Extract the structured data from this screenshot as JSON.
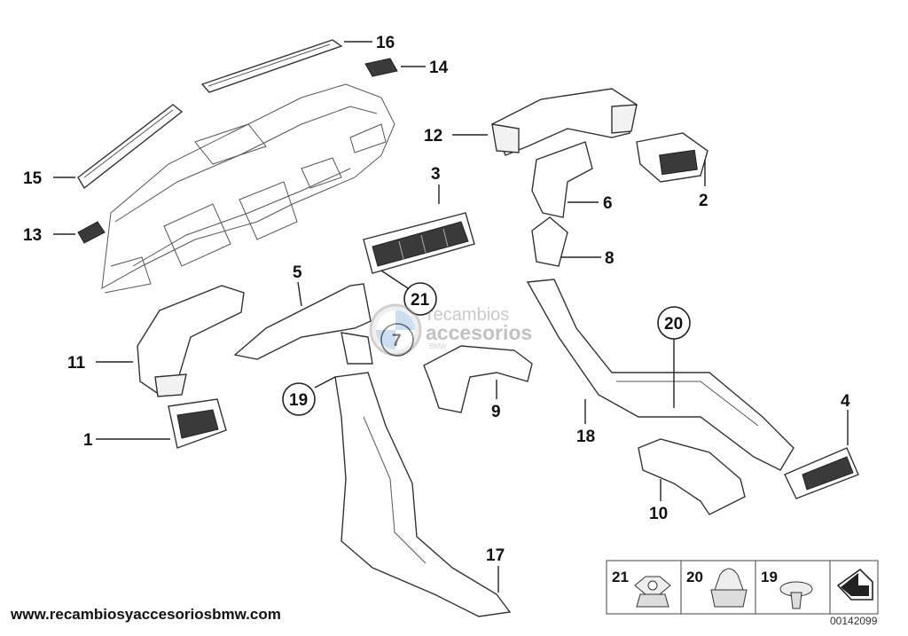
{
  "callouts": {
    "c1": "1",
    "c2": "2",
    "c3": "3",
    "c4": "4",
    "c5": "5",
    "c6": "6",
    "c7": "7",
    "c8": "8",
    "c9": "9",
    "c10": "10",
    "c11": "11",
    "c12": "12",
    "c13": "13",
    "c14": "14",
    "c15": "15",
    "c16": "16",
    "c17": "17",
    "c18": "18",
    "c19": "19",
    "c20": "20",
    "c21": "21"
  },
  "legend": {
    "items": [
      "21",
      "20",
      "19"
    ]
  },
  "footer": {
    "website": "www.recambiosyaccesoriosbmw.com",
    "diagram_number": "00142099"
  },
  "watermark": {
    "line1": "recambios",
    "line2": "accesorios",
    "line3": "BMW"
  }
}
